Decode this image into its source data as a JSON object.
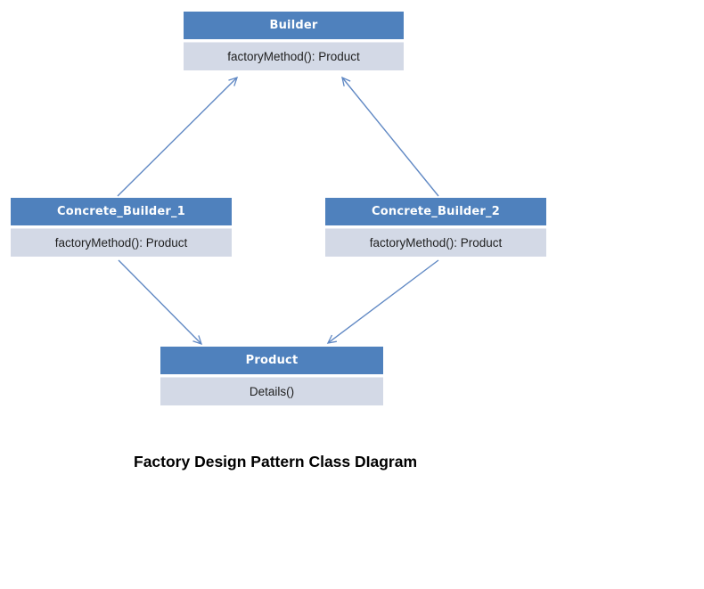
{
  "diagram": {
    "title": "Factory Design Pattern Class DIagram",
    "colors": {
      "class_header_fill": "#4F81BD",
      "class_header_text": "#FFFFFF",
      "class_member_fill": "#D3D9E6",
      "class_member_text": "#1F1F1F",
      "arrow_stroke": "#6189C4",
      "background": "#FFFFFF",
      "title_text": "#000000"
    },
    "classes": [
      {
        "name": "Builder",
        "members": [
          "factoryMethod(): Product"
        ]
      },
      {
        "name": "Concrete_Builder_1",
        "members": [
          "factoryMethod(): Product"
        ]
      },
      {
        "name": "Concrete_Builder_2",
        "members": [
          "factoryMethod(): Product"
        ]
      },
      {
        "name": "Product",
        "members": [
          "Details()"
        ]
      }
    ],
    "relations": [
      {
        "from": "Concrete_Builder_1",
        "to": "Builder",
        "arrowhead": "open"
      },
      {
        "from": "Concrete_Builder_2",
        "to": "Builder",
        "arrowhead": "open"
      },
      {
        "from": "Concrete_Builder_1",
        "to": "Product",
        "arrowhead": "open"
      },
      {
        "from": "Concrete_Builder_2",
        "to": "Product",
        "arrowhead": "open"
      }
    ]
  }
}
